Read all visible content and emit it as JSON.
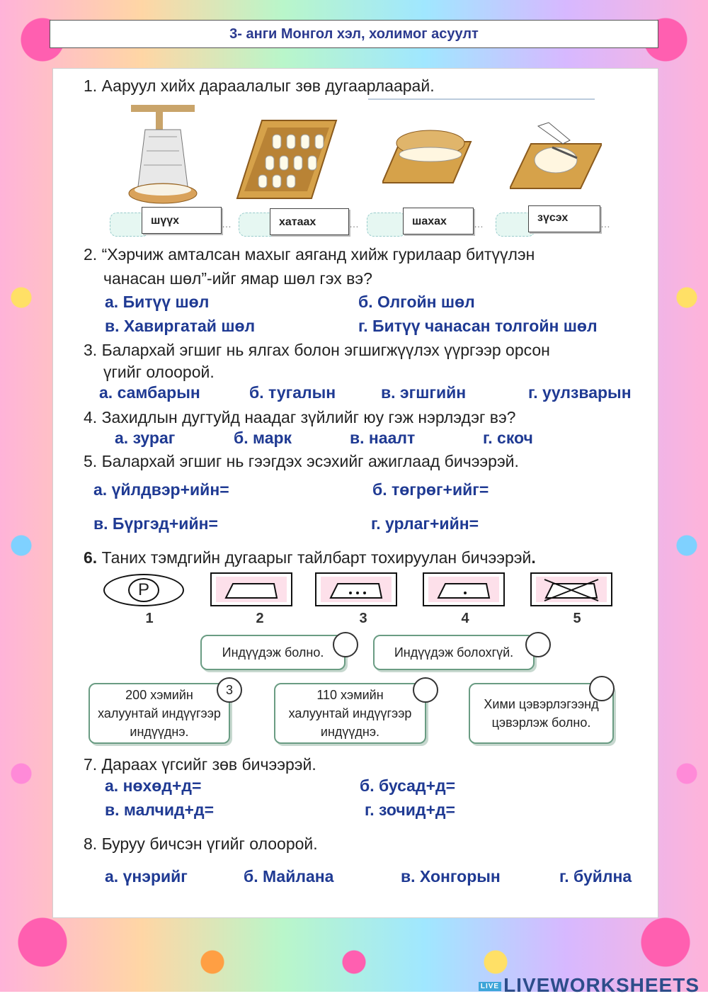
{
  "title": "3- анги Монгол хэл, холимог асуулт",
  "q1": {
    "text": "1. Ааруул хийх дараалалыг зөв дугаарлаарай.",
    "answers": [
      "шүүх",
      "хатаах",
      "шахах",
      "зүсэх"
    ]
  },
  "q2": {
    "line1": "2. “Хэрчиж амталсан махыг аяганд хийж гурилаар битүүлэн",
    "line2": "чанасан шөл”-ийг ямар шөл гэх вэ?",
    "options": [
      "а. Битүү шөл",
      "б. Олгойн шөл",
      "в. Хавиргатай шөл",
      "г. Битүү чанасан толгойн шөл"
    ]
  },
  "q3": {
    "line1": "3. Балархай эгшиг нь ялгах болон эгшигжүүлэх  үүргээр орсон",
    "line2": "үгийг олоорой.",
    "options": [
      "а. самбарын",
      "б. тугалын",
      "в. эгшгийн",
      "г. уулзварын"
    ]
  },
  "q4": {
    "text": "4. Захидлын дугтуйд наадаг зүйлийг юу гэж нэрлэдэг вэ?",
    "options": [
      "а.  зураг",
      "б. марк",
      "в. наалт",
      "г. скоч"
    ]
  },
  "q5": {
    "text": "5. Балархай эгшиг нь гээгдэх эсэхийг ажиглаад бичээрэй.",
    "options": [
      "а. үйлдвэр+ийн=",
      "б. төгрөг+ийг=",
      "в. Бүргэд+ийн=",
      "г. урлаг+ийн="
    ]
  },
  "q6": {
    "num": "6.",
    "text": " Таних тэмдгийн дугаарыг тайлбарт тохируулан бичээрэй",
    "end": ".",
    "sign_letter": "P",
    "sign_numbers": [
      "1",
      "2",
      "3",
      "4",
      "5"
    ],
    "cards": [
      {
        "text": "Индүүдэж болно.",
        "answer": ""
      },
      {
        "text": "Индүүдэж болохгүй.",
        "answer": ""
      },
      {
        "line1": "200 хэмийн",
        "line2": "халуунтай индүүгээр",
        "line3": "индүүднэ.",
        "answer": "3"
      },
      {
        "line1": "110 хэмийн",
        "line2": "халуунтай индүүгээр",
        "line3": "индүүднэ.",
        "answer": ""
      },
      {
        "line1": "Хими цэвэрлэгээнд",
        "line2": "цэвэрлэж болно.",
        "answer": ""
      }
    ]
  },
  "q7": {
    "text": "7. Дараах үгсийг зөв бичээрэй.",
    "options": [
      "а. нөхөд+д=",
      "б. бусад+д=",
      "в. малчид+д=",
      "г. зочид+д="
    ]
  },
  "q8": {
    "text": "8. Буруу бичсэн үгийг олоорой.",
    "options": [
      "а. үнэрийг",
      "б. Майлана",
      "в. Хонгорын",
      "г. буйлна"
    ]
  },
  "footer": {
    "logo_small": "LIVE",
    "brand": "LIVEWORKSHEETS"
  }
}
